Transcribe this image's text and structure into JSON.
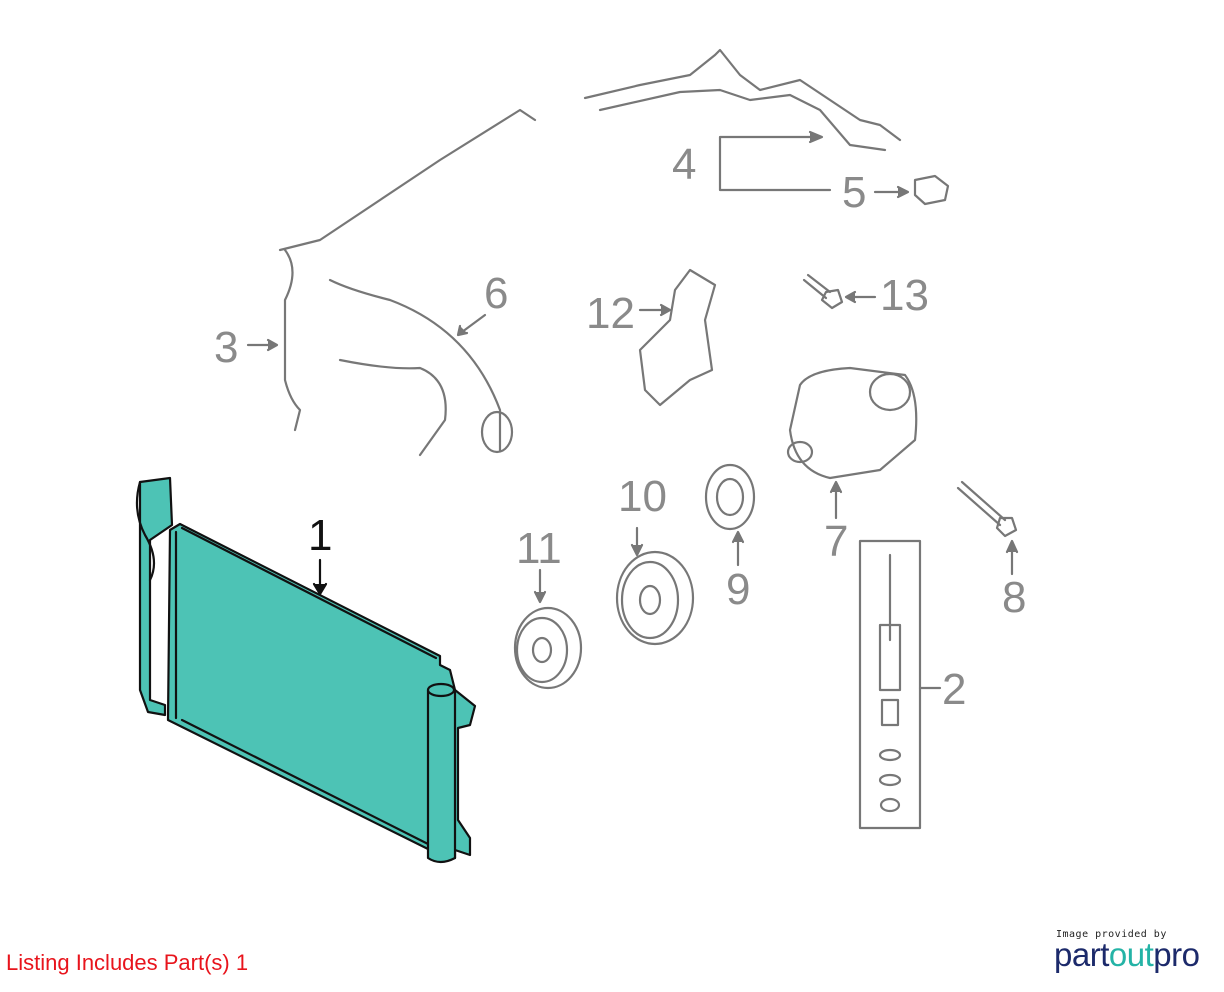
{
  "diagram": {
    "callouts": [
      "1",
      "2",
      "3",
      "4",
      "5",
      "6",
      "7",
      "8",
      "9",
      "10",
      "11",
      "12",
      "13"
    ],
    "highlighted_part": "1",
    "highlight_color": "#4dc3b5"
  },
  "footer": {
    "listing_text": "Listing Includes Part(s) 1",
    "credit_text": "Image provided by",
    "logo": {
      "part": "part",
      "out": "out",
      "pro": "pro"
    }
  }
}
